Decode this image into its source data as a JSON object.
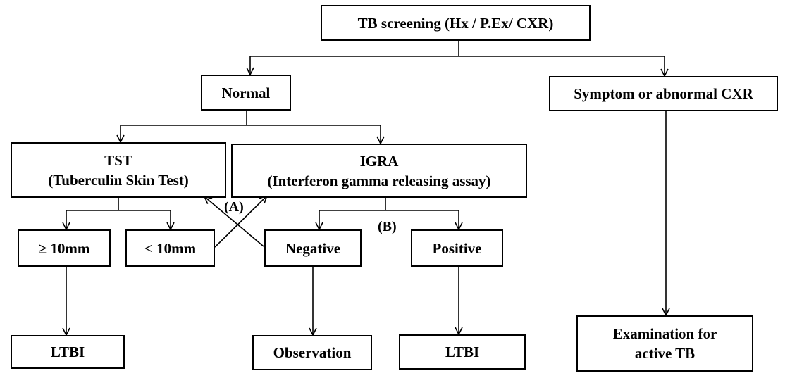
{
  "nodes": {
    "screening": "TB screening (Hx / P.Ex/ CXR)",
    "normal": "Normal",
    "symptom": "Symptom or abnormal CXR",
    "tst_line1": "TST",
    "tst_line2": "(Tuberculin Skin Test)",
    "igra_line1": "IGRA",
    "igra_line2": "(Interferon gamma releasing assay)",
    "ge10": "≥ 10mm",
    "lt10": "< 10mm",
    "negative": "Negative",
    "positive": "Positive",
    "ltbi_left": "LTBI",
    "observation": "Observation",
    "ltbi_right": "LTBI",
    "exam_line1": "Examination for",
    "exam_line2": "active TB"
  },
  "labels": {
    "a": "(A)",
    "b": "(B)"
  }
}
